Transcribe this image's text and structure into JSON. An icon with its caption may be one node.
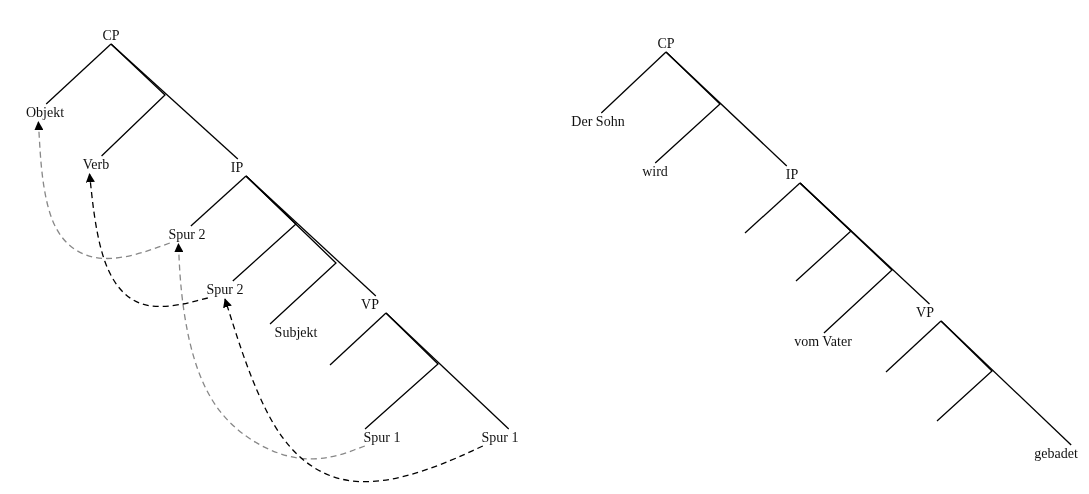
{
  "diagram": {
    "nodes": [
      {
        "text": [
          "CP"
        ]
      },
      {
        "text": [
          "Objekt"
        ]
      },
      {
        "text": [
          "Verb"
        ]
      },
      {
        "text": [
          "IP"
        ]
      },
      {
        "text": [
          "Spur 2"
        ]
      },
      {
        "text": [
          "Spur 2"
        ]
      },
      {
        "text": [
          "Subjekt"
        ]
      },
      {
        "text": [
          "VP"
        ]
      },
      {
        "text": [
          "Spur 1"
        ]
      },
      {
        "text": [
          "Spur 1"
        ]
      },
      {
        "text": [
          "CP"
        ]
      },
      {
        "text": [
          "Der Sohn"
        ]
      },
      {
        "text": [
          "wird"
        ]
      },
      {
        "text": [
          "IP"
        ]
      },
      {
        "text": [
          "vom Vater"
        ]
      },
      {
        "text": [
          "VP"
        ]
      },
      {
        "text": [
          "gebadet"
        ]
      }
    ],
    "edges": [
      {
        "from": 0,
        "to": 1,
        "arrow": "none"
      },
      {
        "from": 0,
        "to": 2,
        "arrow": "none"
      },
      {
        "from": 0,
        "to": 3,
        "arrow": "none"
      },
      {
        "from": 3,
        "to": 4,
        "arrow": "none"
      },
      {
        "from": 3,
        "to": 5,
        "arrow": "none"
      },
      {
        "from": 3,
        "to": 6,
        "arrow": "none"
      },
      {
        "from": 3,
        "to": 7,
        "arrow": "none"
      },
      {
        "from": 7,
        "to": null,
        "arrow": "none"
      },
      {
        "from": 7,
        "to": 8,
        "arrow": "none"
      },
      {
        "from": 7,
        "to": 9,
        "arrow": "none"
      },
      {
        "from": 10,
        "to": 11,
        "arrow": "none"
      },
      {
        "from": 10,
        "to": 12,
        "arrow": "none"
      },
      {
        "from": 10,
        "to": 13,
        "arrow": "none"
      },
      {
        "from": 13,
        "to": null,
        "arrow": "none"
      },
      {
        "from": 13,
        "to": null,
        "arrow": "none"
      },
      {
        "from": 13,
        "to": 14,
        "arrow": "none"
      },
      {
        "from": 13,
        "to": 15,
        "arrow": "none"
      },
      {
        "from": 15,
        "to": null,
        "arrow": "none"
      },
      {
        "from": 15,
        "to": null,
        "arrow": "none"
      },
      {
        "from": 15,
        "to": 16,
        "arrow": "none"
      },
      {
        "from": 8,
        "to": 4,
        "arrow": "to",
        "style": "dashed",
        "color": "#888888"
      },
      {
        "from": 4,
        "to": 1,
        "arrow": "to",
        "style": "dashed",
        "color": "#888888"
      },
      {
        "from": 5,
        "to": 2,
        "arrow": "to",
        "style": "dashed"
      },
      {
        "from": 9,
        "to": 5,
        "arrow": "to",
        "style": "dashed"
      }
    ]
  }
}
